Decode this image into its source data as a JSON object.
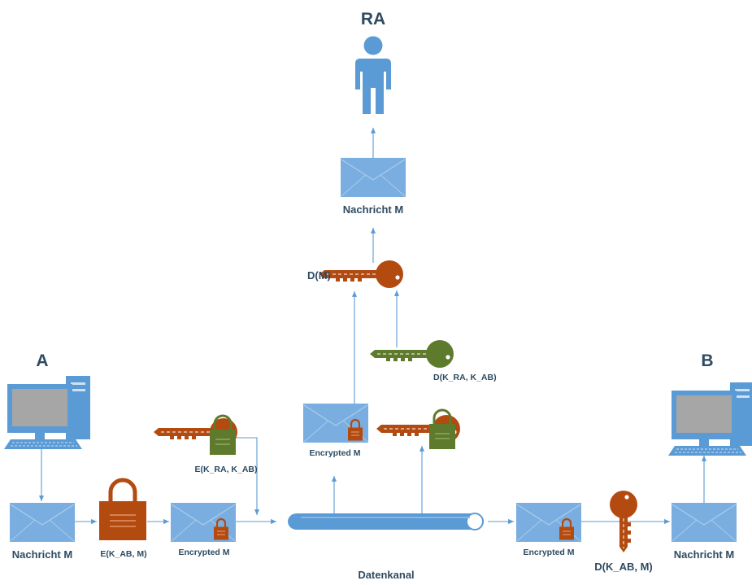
{
  "labels": {
    "ra": "RA",
    "a": "A",
    "b": "B",
    "nachricht_top": "Nachricht M",
    "nachricht_left": "Nachricht M",
    "nachricht_right": "Nachricht M",
    "d_m": "D(M)",
    "d_kra_kab": "D(K_RA, K_AB)",
    "e_kra_kab": "E(K_RA, K_AB)",
    "e_kab_m": "E(K_AB, M)",
    "d_kab_m": "D(K_AB, M)",
    "encrypted_left": "Encrypted M",
    "encrypted_mid": "Encrypted M",
    "encrypted_right": "Encrypted M",
    "datenkanal": "Datenkanal"
  },
  "icons": {
    "person": "person-icon",
    "envelope": "envelope-icon",
    "key": "key-icon",
    "padlock": "padlock-icon",
    "computer": "desktop-computer-icon",
    "pipe": "data-channel-pipe"
  },
  "colors": {
    "blue": "#5b9bd5",
    "envelope": "#7aaee0",
    "orange": "#b34a10",
    "green": "#5e7a2c",
    "text": "#2e4b61"
  }
}
